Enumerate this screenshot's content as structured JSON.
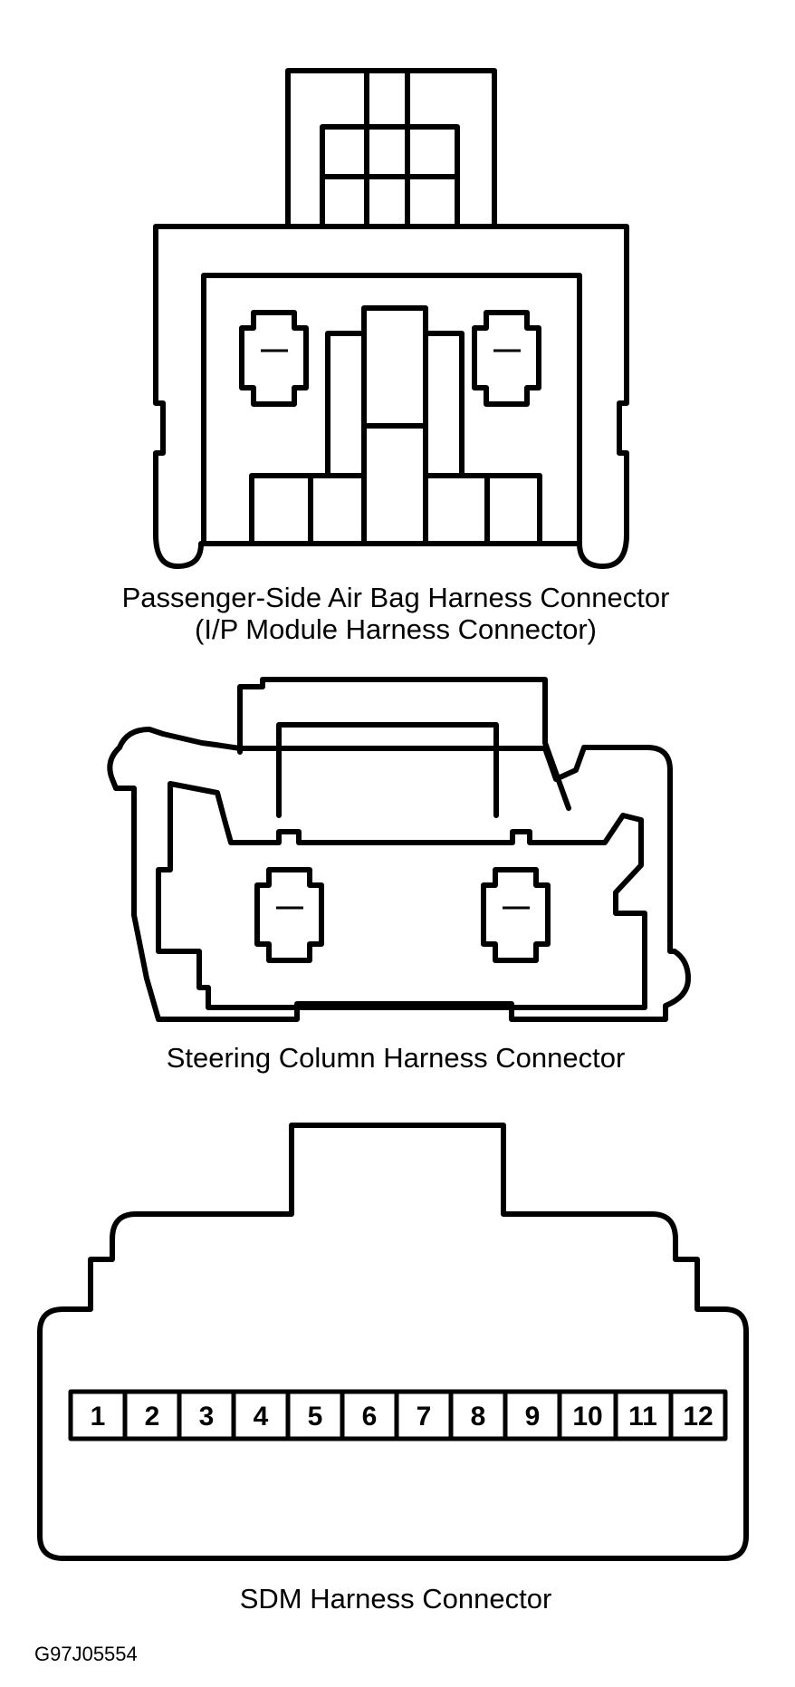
{
  "connectors": [
    {
      "id": "passenger",
      "caption_line1": "Passenger-Side Air Bag Harness Connector",
      "caption_line2": "(I/P Module Harness Connector)",
      "terminal_marks": [
        "—",
        "—"
      ]
    },
    {
      "id": "steering",
      "caption": "Steering Column Harness Connector",
      "terminal_marks": [
        "—",
        "—"
      ]
    },
    {
      "id": "sdm",
      "caption": "SDM Harness Connector",
      "pins": [
        "1",
        "2",
        "3",
        "4",
        "5",
        "6",
        "7",
        "8",
        "9",
        "10",
        "11",
        "12"
      ]
    }
  ],
  "figure_code": "G97J05554",
  "colors": {
    "stroke": "#000000",
    "background": "#ffffff"
  }
}
